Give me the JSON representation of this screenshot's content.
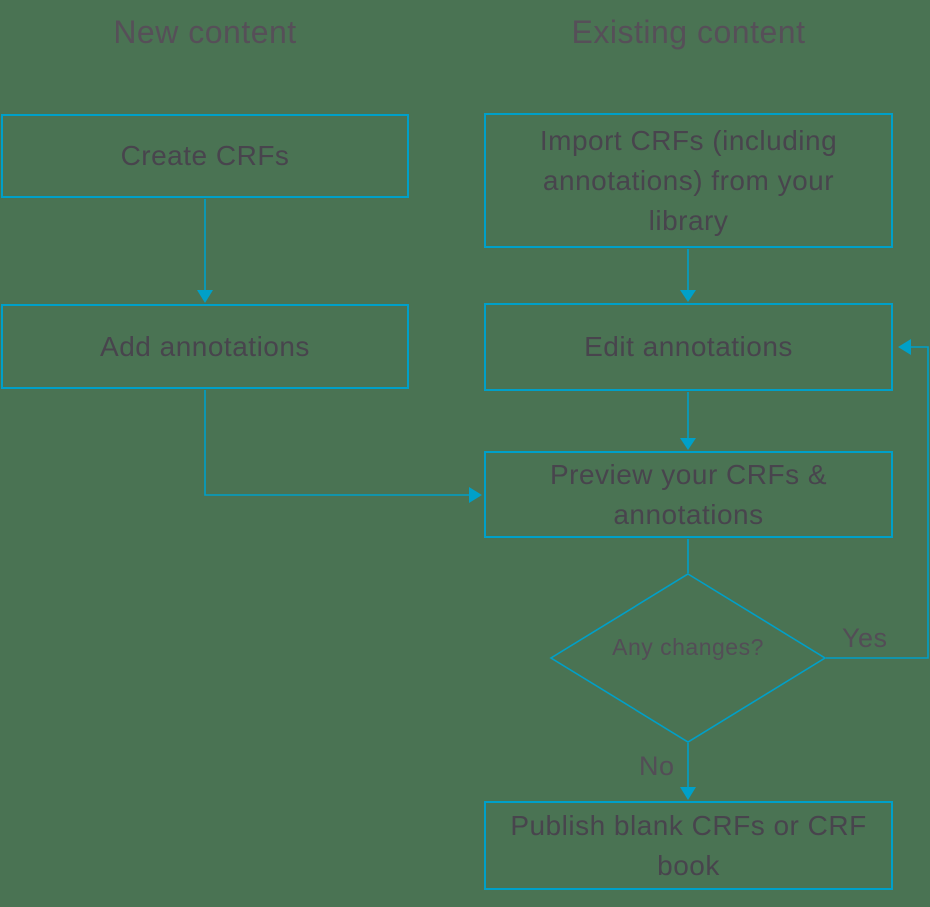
{
  "diagram": {
    "headings": {
      "left": "New content",
      "right": "Existing content"
    },
    "nodes": {
      "create_crfs": {
        "label": "Create CRFs"
      },
      "add_annotations": {
        "label": "Add annotations"
      },
      "import_crfs": {
        "label": "Import CRFs (including annotations) from your library"
      },
      "edit_annotations": {
        "label": "Edit annotations"
      },
      "preview_crfs": {
        "label": "Preview your CRFs & annotations"
      },
      "decision_any_changes": {
        "label": "Any changes?"
      },
      "publish": {
        "label": "Publish blank CRFs or CRF book"
      }
    },
    "branch_labels": {
      "yes": "Yes",
      "no": "No"
    },
    "colors": {
      "background": "#4a7353",
      "line": "#00a0c8",
      "node_text": "#48444d",
      "heading_text": "#564f58"
    }
  }
}
